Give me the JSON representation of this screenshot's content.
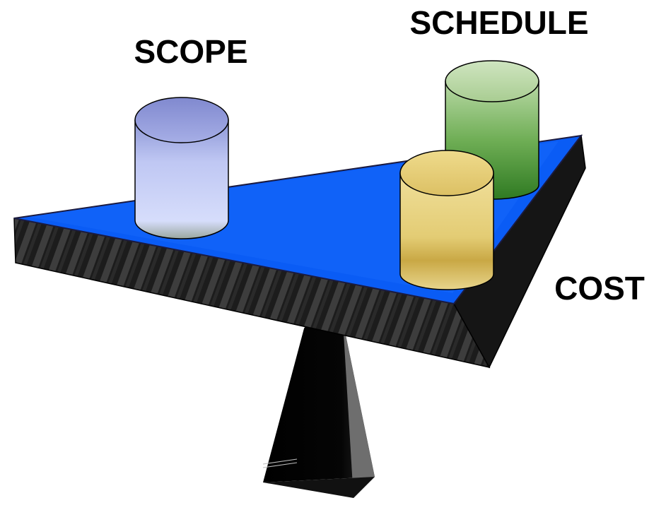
{
  "labels": {
    "scope": "SCOPE",
    "schedule": "SCHEDULE",
    "cost": "COST"
  },
  "colors": {
    "platform_top": "#0a5cf5",
    "platform_side": "#1a1a1a",
    "fulcrum": "#000000",
    "scope_cylinder": "#c4cff6",
    "schedule_cylinder": "#4f9a3c",
    "cost_cylinder": "#d8bf68"
  },
  "icons": {
    "fulcrum": "fulcrum-triangle",
    "platform": "triangular-balance-platform",
    "scope": "cylinder",
    "schedule": "cylinder",
    "cost": "cylinder"
  }
}
